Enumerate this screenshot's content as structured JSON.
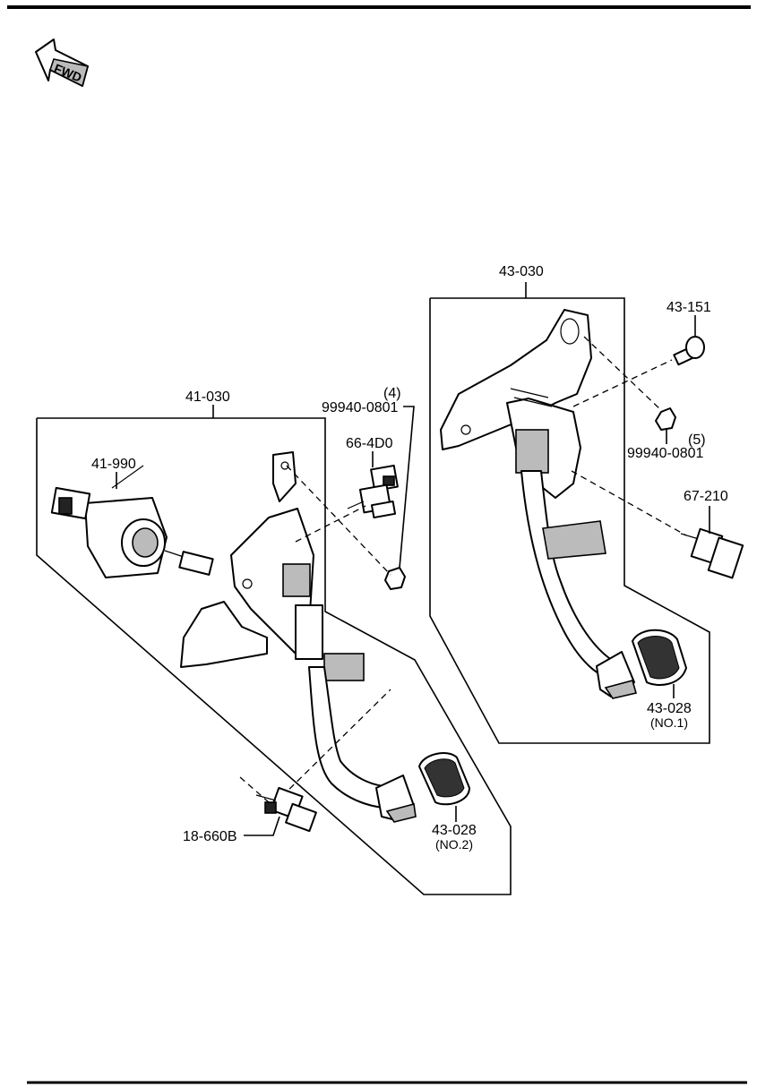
{
  "fwd": {
    "text": "FWD"
  },
  "labels": {
    "assy_41_030": "41-030",
    "part_41_990": "41-990",
    "bolt_qty_4": "(4)",
    "bolt_99940_left": "99940-0801",
    "part_66_4d0": "66-4D0",
    "assy_43_030": "43-030",
    "part_43_151": "43-151",
    "bolt_qty_5": "(5)",
    "bolt_99940_right": "99940-0801",
    "part_67_210": "67-210",
    "pad_43_028_no1": "43-028",
    "pad_no1": "(NO.1)",
    "pad_43_028_no2": "43-028",
    "pad_no2": "(NO.2)",
    "part_18_660b": "18-660B"
  },
  "colors": {
    "ink": "#000000",
    "paper": "#ffffff"
  }
}
